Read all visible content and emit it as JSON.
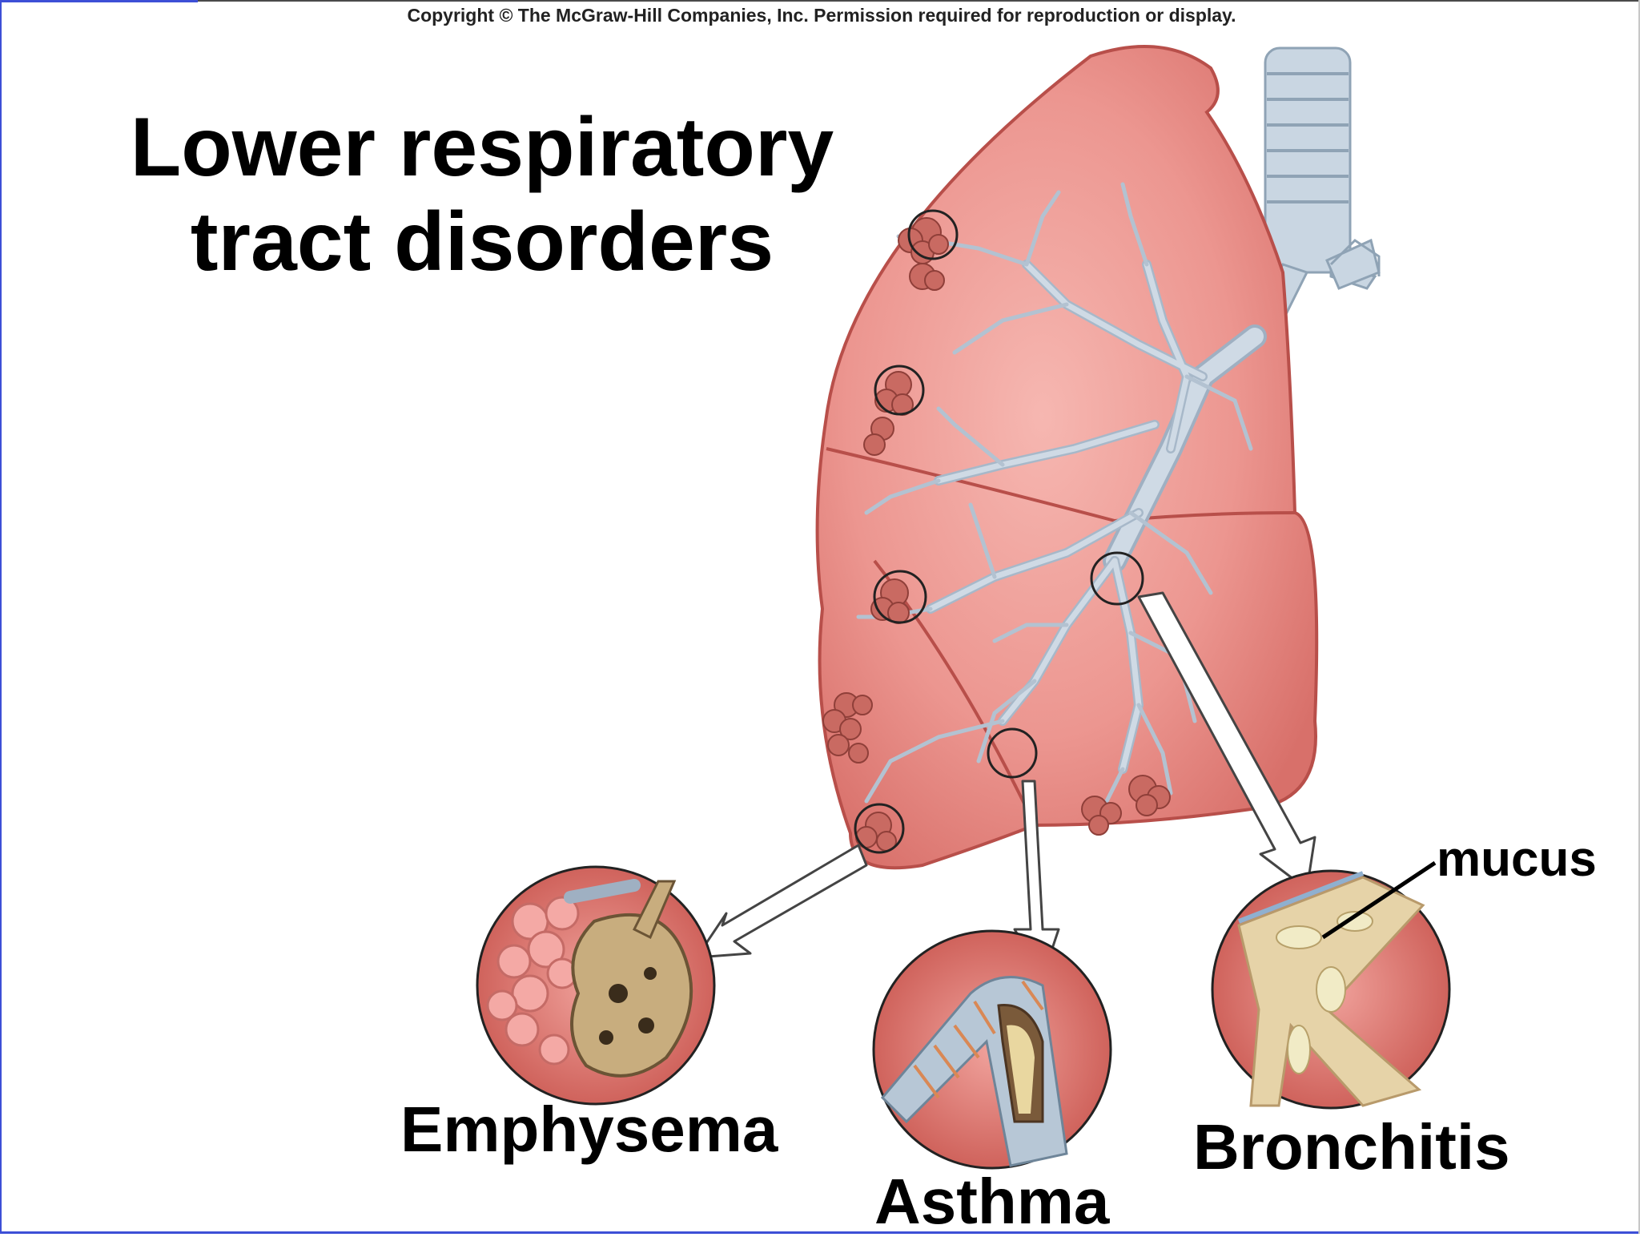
{
  "copyright": "Copyright © The McGraw-Hill Companies, Inc. Permission required for reproduction or display.",
  "title": {
    "line1": "Lower respiratory",
    "line2": "tract disorders"
  },
  "labels": {
    "emphysema": "Emphysema",
    "asthma": "Asthma",
    "bronchitis": "Bronchitis",
    "mucus": "mucus"
  },
  "colors": {
    "lung": "#e98a84",
    "lung_edge": "#b84f4a",
    "bronchi": "#c3d0dc",
    "alveoli": "#c96a62",
    "tissue": "#c8ad7e"
  }
}
